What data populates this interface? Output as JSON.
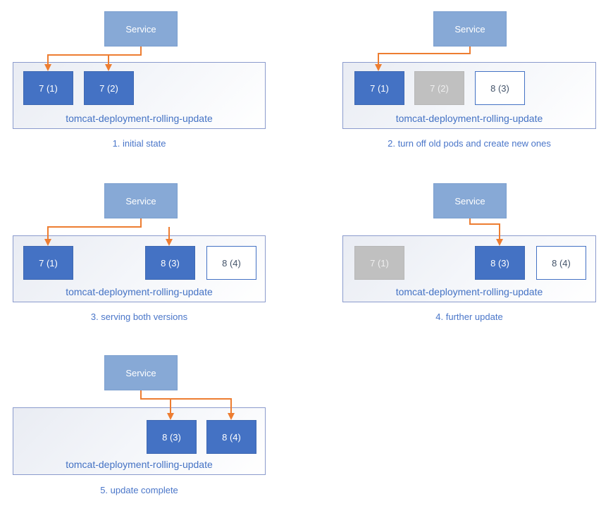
{
  "colors": {
    "pod_active_fill": "#4472c4",
    "pod_stopped_fill": "#c0c0c0",
    "pod_new_border": "#4472c4",
    "service_fill": "#87a9d6",
    "arrow": "#ed7d31",
    "deployment_label_text": "#4472c4",
    "caption_text": "#4a76c9"
  },
  "panels": [
    {
      "service_label": "Service",
      "deployment_label": "tomcat-deployment-rolling-update",
      "caption": "1. initial state",
      "pods": [
        {
          "label": "7 (1)",
          "state": "active"
        },
        {
          "label": "7 (2)",
          "state": "active"
        }
      ]
    },
    {
      "service_label": "Service",
      "deployment_label": "tomcat-deployment-rolling-update",
      "caption": "2. turn off old pods and create new ones",
      "pods": [
        {
          "label": "7 (1)",
          "state": "active"
        },
        {
          "label": "7 (2)",
          "state": "stopped"
        },
        {
          "label": "8 (3)",
          "state": "new"
        }
      ]
    },
    {
      "service_label": "Service",
      "deployment_label": "tomcat-deployment-rolling-update",
      "caption": "3. serving both versions",
      "pods": [
        {
          "label": "7 (1)",
          "state": "active"
        },
        {
          "label": "8 (3)",
          "state": "active"
        },
        {
          "label": "8 (4)",
          "state": "new"
        }
      ]
    },
    {
      "service_label": "Service",
      "deployment_label": "tomcat-deployment-rolling-update",
      "caption": "4. further update",
      "pods": [
        {
          "label": "7 (1)",
          "state": "stopped"
        },
        {
          "label": "8 (3)",
          "state": "active"
        },
        {
          "label": "8 (4)",
          "state": "new"
        }
      ]
    },
    {
      "service_label": "Service",
      "deployment_label": "tomcat-deployment-rolling-update",
      "caption": "5. update complete",
      "pods": [
        {
          "label": "8 (3)",
          "state": "active"
        },
        {
          "label": "8 (4)",
          "state": "active"
        }
      ]
    }
  ]
}
